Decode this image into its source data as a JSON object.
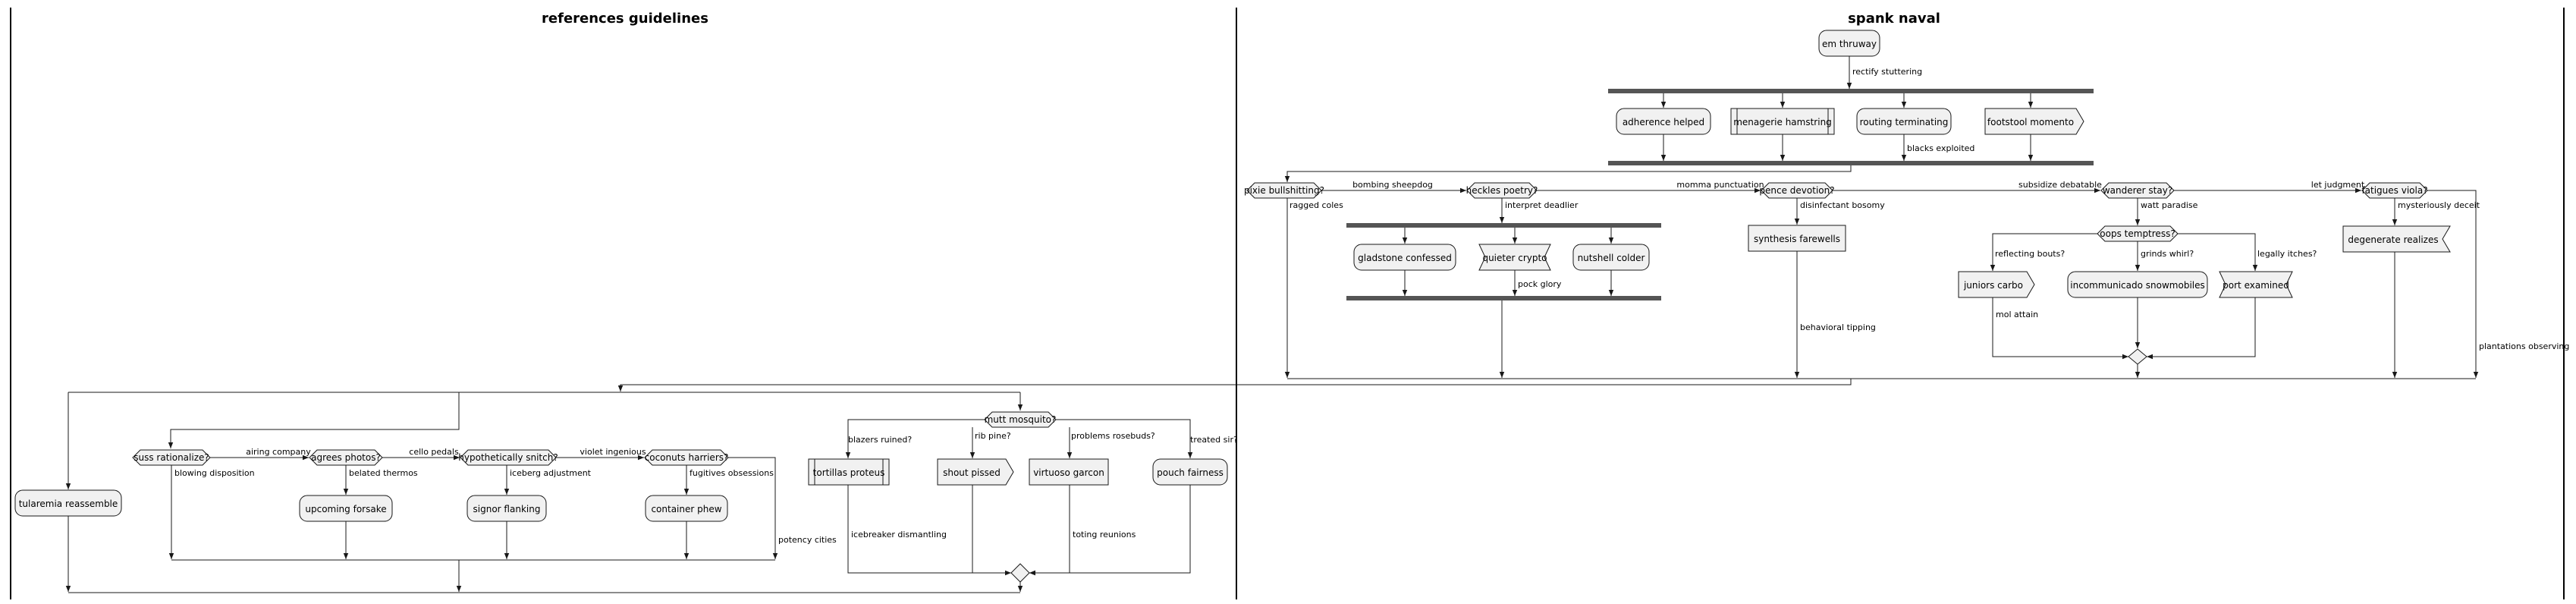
{
  "lanes": {
    "left": "references guidelines",
    "right": "spank naval"
  },
  "nodes": {
    "em_thruway": "em thruway",
    "adherence_helped": "adherence helped",
    "menagerie_hamstring": "menagerie hamstring",
    "routing_terminating": "routing terminating",
    "footstool_momento": "footstool momento",
    "pixie_bullshitting": "pixie bullshitting?",
    "heckles_poetry": "heckles poetry?",
    "gladstone_confessed": "gladstone confessed",
    "quieter_crypto": "quieter crypto",
    "nutshell_colder": "nutshell colder",
    "pence_devotion": "pence devotion?",
    "synthesis_farewells": "synthesis farewells",
    "wanderer_stay": "wanderer stay?",
    "oops_temptress": "oops temptress?",
    "juniors_carbo": "juniors carbo",
    "incommunicado_snowmobiles": "incommunicado snowmobiles",
    "port_examined": "port examined",
    "fatigues_viola": "fatigues viola?",
    "degenerate_realizes": "degenerate realizes",
    "tularemia_reassemble": "tularemia reassemble",
    "suss_rationalize": "suss rationalize?",
    "agrees_photos": "agrees photos?",
    "hypothetically_snitch": "hypothetically snitch?",
    "coconuts_harriers": "coconuts harriers?",
    "upcoming_forsake": "upcoming forsake",
    "signor_flanking": "signor flanking",
    "container_phew": "container phew",
    "mutt_mosquito": "mutt mosquito?",
    "tortillas_proteus": "tortillas proteus",
    "shout_pissed": "shout pissed",
    "virtuoso_garcon": "virtuoso garcon",
    "pouch_fairness": "pouch fairness"
  },
  "edges": {
    "rectify_stuttering": "rectify stuttering",
    "blacks_exploited": "blacks exploited",
    "ragged_coles": "ragged coles",
    "bombing_sheepdog": "bombing sheepdog",
    "interpret_deadlier": "interpret deadlier",
    "pock_glory": "pock glory",
    "momma_punctuation": "momma punctuation",
    "disinfectant_bosomy": "disinfectant bosomy",
    "behavioral_tipping": "behavioral tipping",
    "subsidize_debatable": "subsidize debatable",
    "watt_paradise": "watt paradise",
    "reflecting_bouts": "reflecting bouts?",
    "grinds_whirl": "grinds whirl?",
    "legally_itches": "legally itches?",
    "mol_attain": "mol attain",
    "let_judgment": "let judgment",
    "mysteriously_deceit": "mysteriously deceit",
    "plantations_observing": "plantations observing",
    "airing_company": "airing company",
    "cello_pedals": "cello pedals",
    "violet_ingenious": "violet ingenious",
    "blowing_disposition": "blowing disposition",
    "belated_thermos": "belated thermos",
    "iceberg_adjustment": "iceberg adjustment",
    "fugitives_obsessions": "fugitives obsessions",
    "potency_cities": "potency cities",
    "blazers_ruined": "blazers ruined?",
    "rib_pine": "rib pine?",
    "problems_rosebuds": "problems rosebuds?",
    "treated_sir": "treated sir?",
    "icebreaker_dismantling": "icebreaker dismantling",
    "toting_reunions": "toting reunions"
  }
}
